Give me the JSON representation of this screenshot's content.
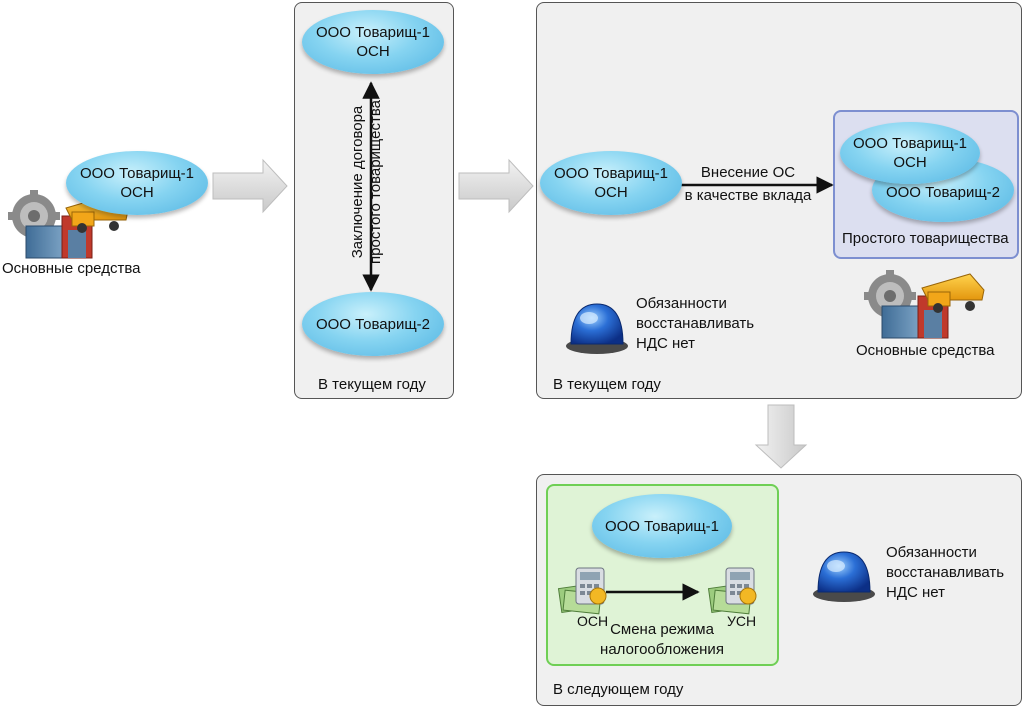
{
  "company1": {
    "name": "ООО Товарищ-1",
    "regime": "ОСН"
  },
  "company2": {
    "name": "ООО Товарищ-2"
  },
  "fixed_assets_label": "Основные средства",
  "panel1": {
    "caption": "В текущем году",
    "contract_label": [
      "Заключение договора",
      "простого товарищества"
    ]
  },
  "panel2": {
    "caption": "В текущем году",
    "contribution_label": [
      "Внесение ОС",
      "в качестве вклада"
    ],
    "partnership_caption": "Простого товарищества",
    "obligation_text": [
      "Обязанности",
      "восстанавливать",
      "НДС нет"
    ]
  },
  "panel3": {
    "caption": "В следующем году",
    "regime_from": "ОСН",
    "regime_to": "УСН",
    "regime_change_label": [
      "Смена режима",
      "налогообложения"
    ],
    "obligation_text": [
      "Обязанности",
      "восстанавливать",
      "НДС нет"
    ]
  },
  "colors": {
    "ellipse": "#86d4f1",
    "partnership_box": "#dcdff0",
    "partnership_border": "#7d8fd0",
    "regime_box": "#dff3d6",
    "regime_border": "#6fcf55",
    "flow_arrow": "#d8d8d8"
  }
}
